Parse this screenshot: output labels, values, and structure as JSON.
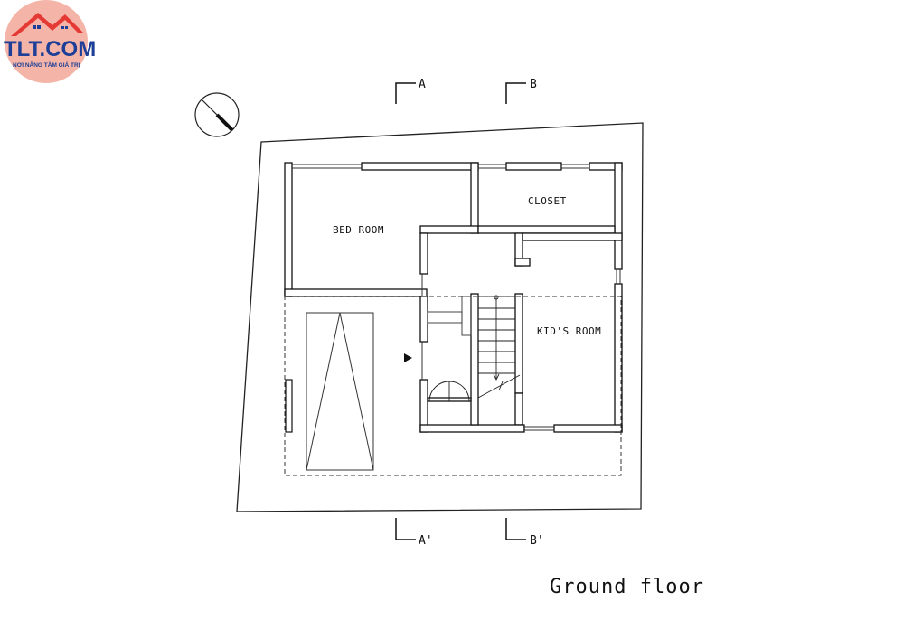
{
  "logo": {
    "name": "TLT.COM",
    "tagline": "NƠI NÂNG TẦM GIÁ TRỊ",
    "brand_color": "#1d3f97",
    "accent_color": "#e53935"
  },
  "rooms": {
    "bedroom": "BED ROOM",
    "closet": "CLOSET",
    "kids_room": "KID'S ROOM"
  },
  "sections": {
    "a": "A",
    "b": "B",
    "a_prime": "A'",
    "b_prime": "B'"
  },
  "icons": {
    "compass": "north-arrow-icon",
    "entrance": "entrance-arrow-icon"
  },
  "caption": "Ground floor"
}
